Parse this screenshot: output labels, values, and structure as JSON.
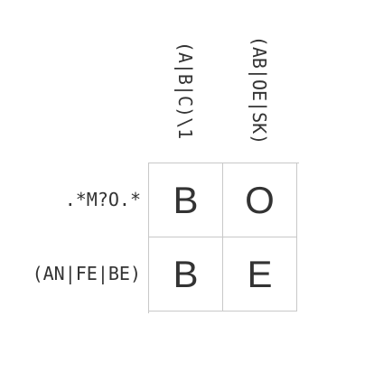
{
  "column_clues": [
    "(A|B|C)\\1",
    "(AB|OE|SK)"
  ],
  "row_clues": [
    ".*M?O.*",
    "(AN|FE|BE)"
  ],
  "grid": {
    "rows": [
      [
        "B",
        "O"
      ],
      [
        "B",
        "E"
      ]
    ]
  },
  "colors": {
    "text": "#333333",
    "grid_line": "#c8c8c8",
    "background": "#ffffff"
  }
}
